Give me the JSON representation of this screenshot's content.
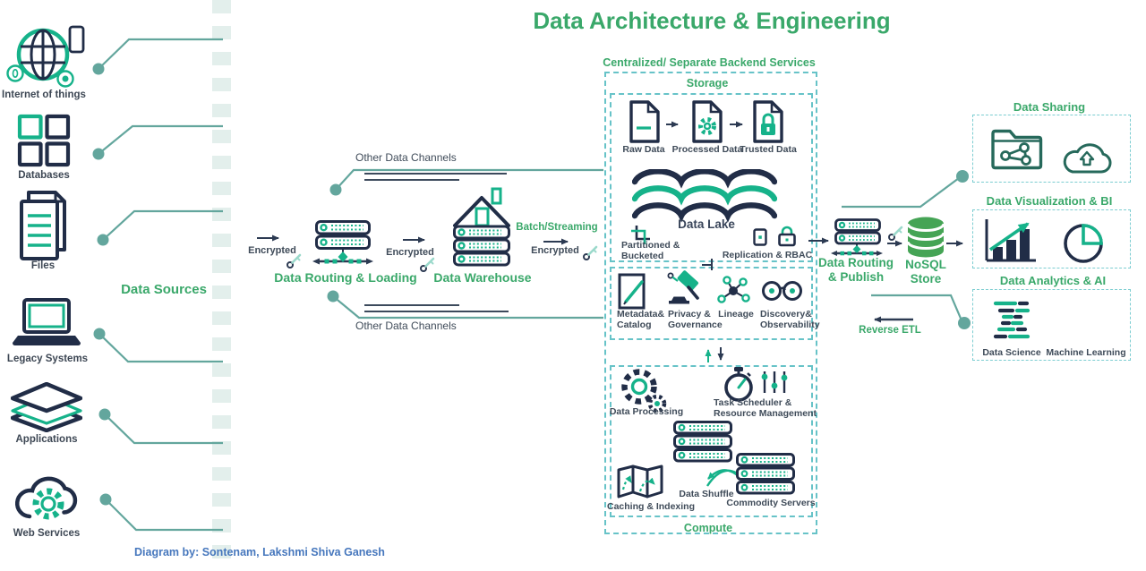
{
  "title": "Data Architecture & Engineering",
  "credit": "Diagram by: Sontenam, Lakshmi Shiva Ganesh",
  "sources": {
    "heading": "Data Sources",
    "items": [
      "Internet of things",
      "Databases",
      "Files",
      "Legacy Systems",
      "Applications",
      "Web Services"
    ]
  },
  "flow": {
    "encrypted_1": "Encrypted",
    "routing_loading": "Data Routing & Loading",
    "encrypted_2": "Encrypted",
    "warehouse": "Data Warehouse",
    "batch_streaming": "Batch/Streaming",
    "encrypted_3": "Encrypted",
    "other_channels_top": "Other Data Channels",
    "other_channels_bottom": "Other Data Channels"
  },
  "backend": {
    "heading": "Centralized/ Separate Backend Services",
    "storage": {
      "heading": "Storage",
      "raw": "Raw Data",
      "processed": "Processed Data",
      "trusted": "Trusted Data",
      "lake": "Data Lake",
      "partitioned": "Partitioned & Bucketed",
      "replication": "Replication & RBAC"
    },
    "governance": {
      "metadata": "Metadata& Catalog",
      "privacy": "Privacy & Governance",
      "lineage": "Lineage",
      "discovery": "Discovery& Observability"
    },
    "compute": {
      "heading": "Compute",
      "processing": "Data Processing",
      "scheduler": "Task Scheduler & Resource Management",
      "caching": "Caching & Indexing",
      "shuffle": "Data Shuffle",
      "commodity": "Commodity Servers"
    }
  },
  "publish": {
    "routing_publish": "Data Routing & Publish",
    "nosql": "NoSQL Store",
    "reverse_etl": "Reverse ETL"
  },
  "consumers": {
    "sharing": "Data Sharing",
    "visualization": "Data Visualization & BI",
    "analytics": "Data Analytics & AI",
    "data_science": "Data Science",
    "machine_learning": "Machine Learning"
  },
  "colors": {
    "green": "#3aa86a",
    "teal": "#16b28a",
    "navy": "#212d47",
    "wire": "#63a69d",
    "dash": "#67c3c8",
    "credit_blue": "#4677bd",
    "nosql_green": "#45a455",
    "dark_green": "#26695b"
  }
}
